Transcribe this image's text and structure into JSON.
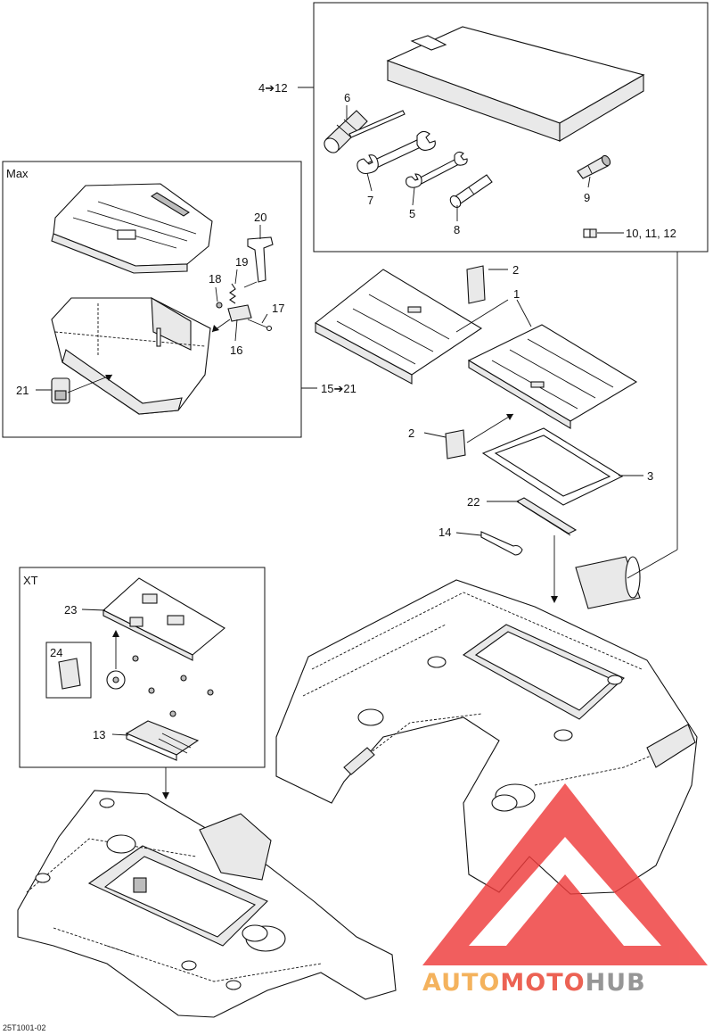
{
  "boxes": {
    "max_title": "Max",
    "xt_title": "XT"
  },
  "callouts": {
    "c1": "1",
    "c2a": "2",
    "c2b": "2",
    "c3": "3",
    "c4_12": "4➔12",
    "c5": "5",
    "c6": "6",
    "c7": "7",
    "c8": "8",
    "c9": "9",
    "c10_12": "10, 11, 12",
    "c13": "13",
    "c14": "14",
    "c15_21": "15➔21",
    "c16": "16",
    "c17": "17",
    "c18": "18",
    "c19": "19",
    "c20": "20",
    "c21": "21",
    "c22": "22",
    "c23": "23",
    "c24": "24"
  },
  "document_code": "25T1001-02",
  "watermark": {
    "part1": "AUTO",
    "part2": "MOTO",
    "part3": "HUB",
    "color_orange": "#f2a23a",
    "color_red": "#e8402f",
    "color_gray": "#7f7f7f",
    "triangle_color": "#ef3b3b"
  },
  "icons": [
    "arrow-right-icon",
    "watermark-triangle-icon"
  ]
}
